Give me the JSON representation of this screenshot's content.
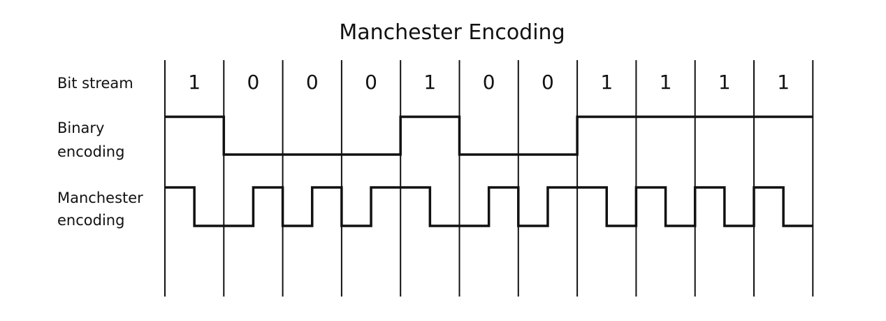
{
  "title": "Manchester Encoding",
  "row_labels": {
    "bitstream": "Bit stream",
    "binary": [
      "Binary",
      "encoding"
    ],
    "manchester": [
      "Manchester",
      "encoding"
    ]
  },
  "bits": [
    "1",
    "0",
    "0",
    "0",
    "1",
    "0",
    "0",
    "1",
    "1",
    "1",
    "1"
  ],
  "colors": {
    "line": "#111111",
    "background": "#ffffff"
  }
}
